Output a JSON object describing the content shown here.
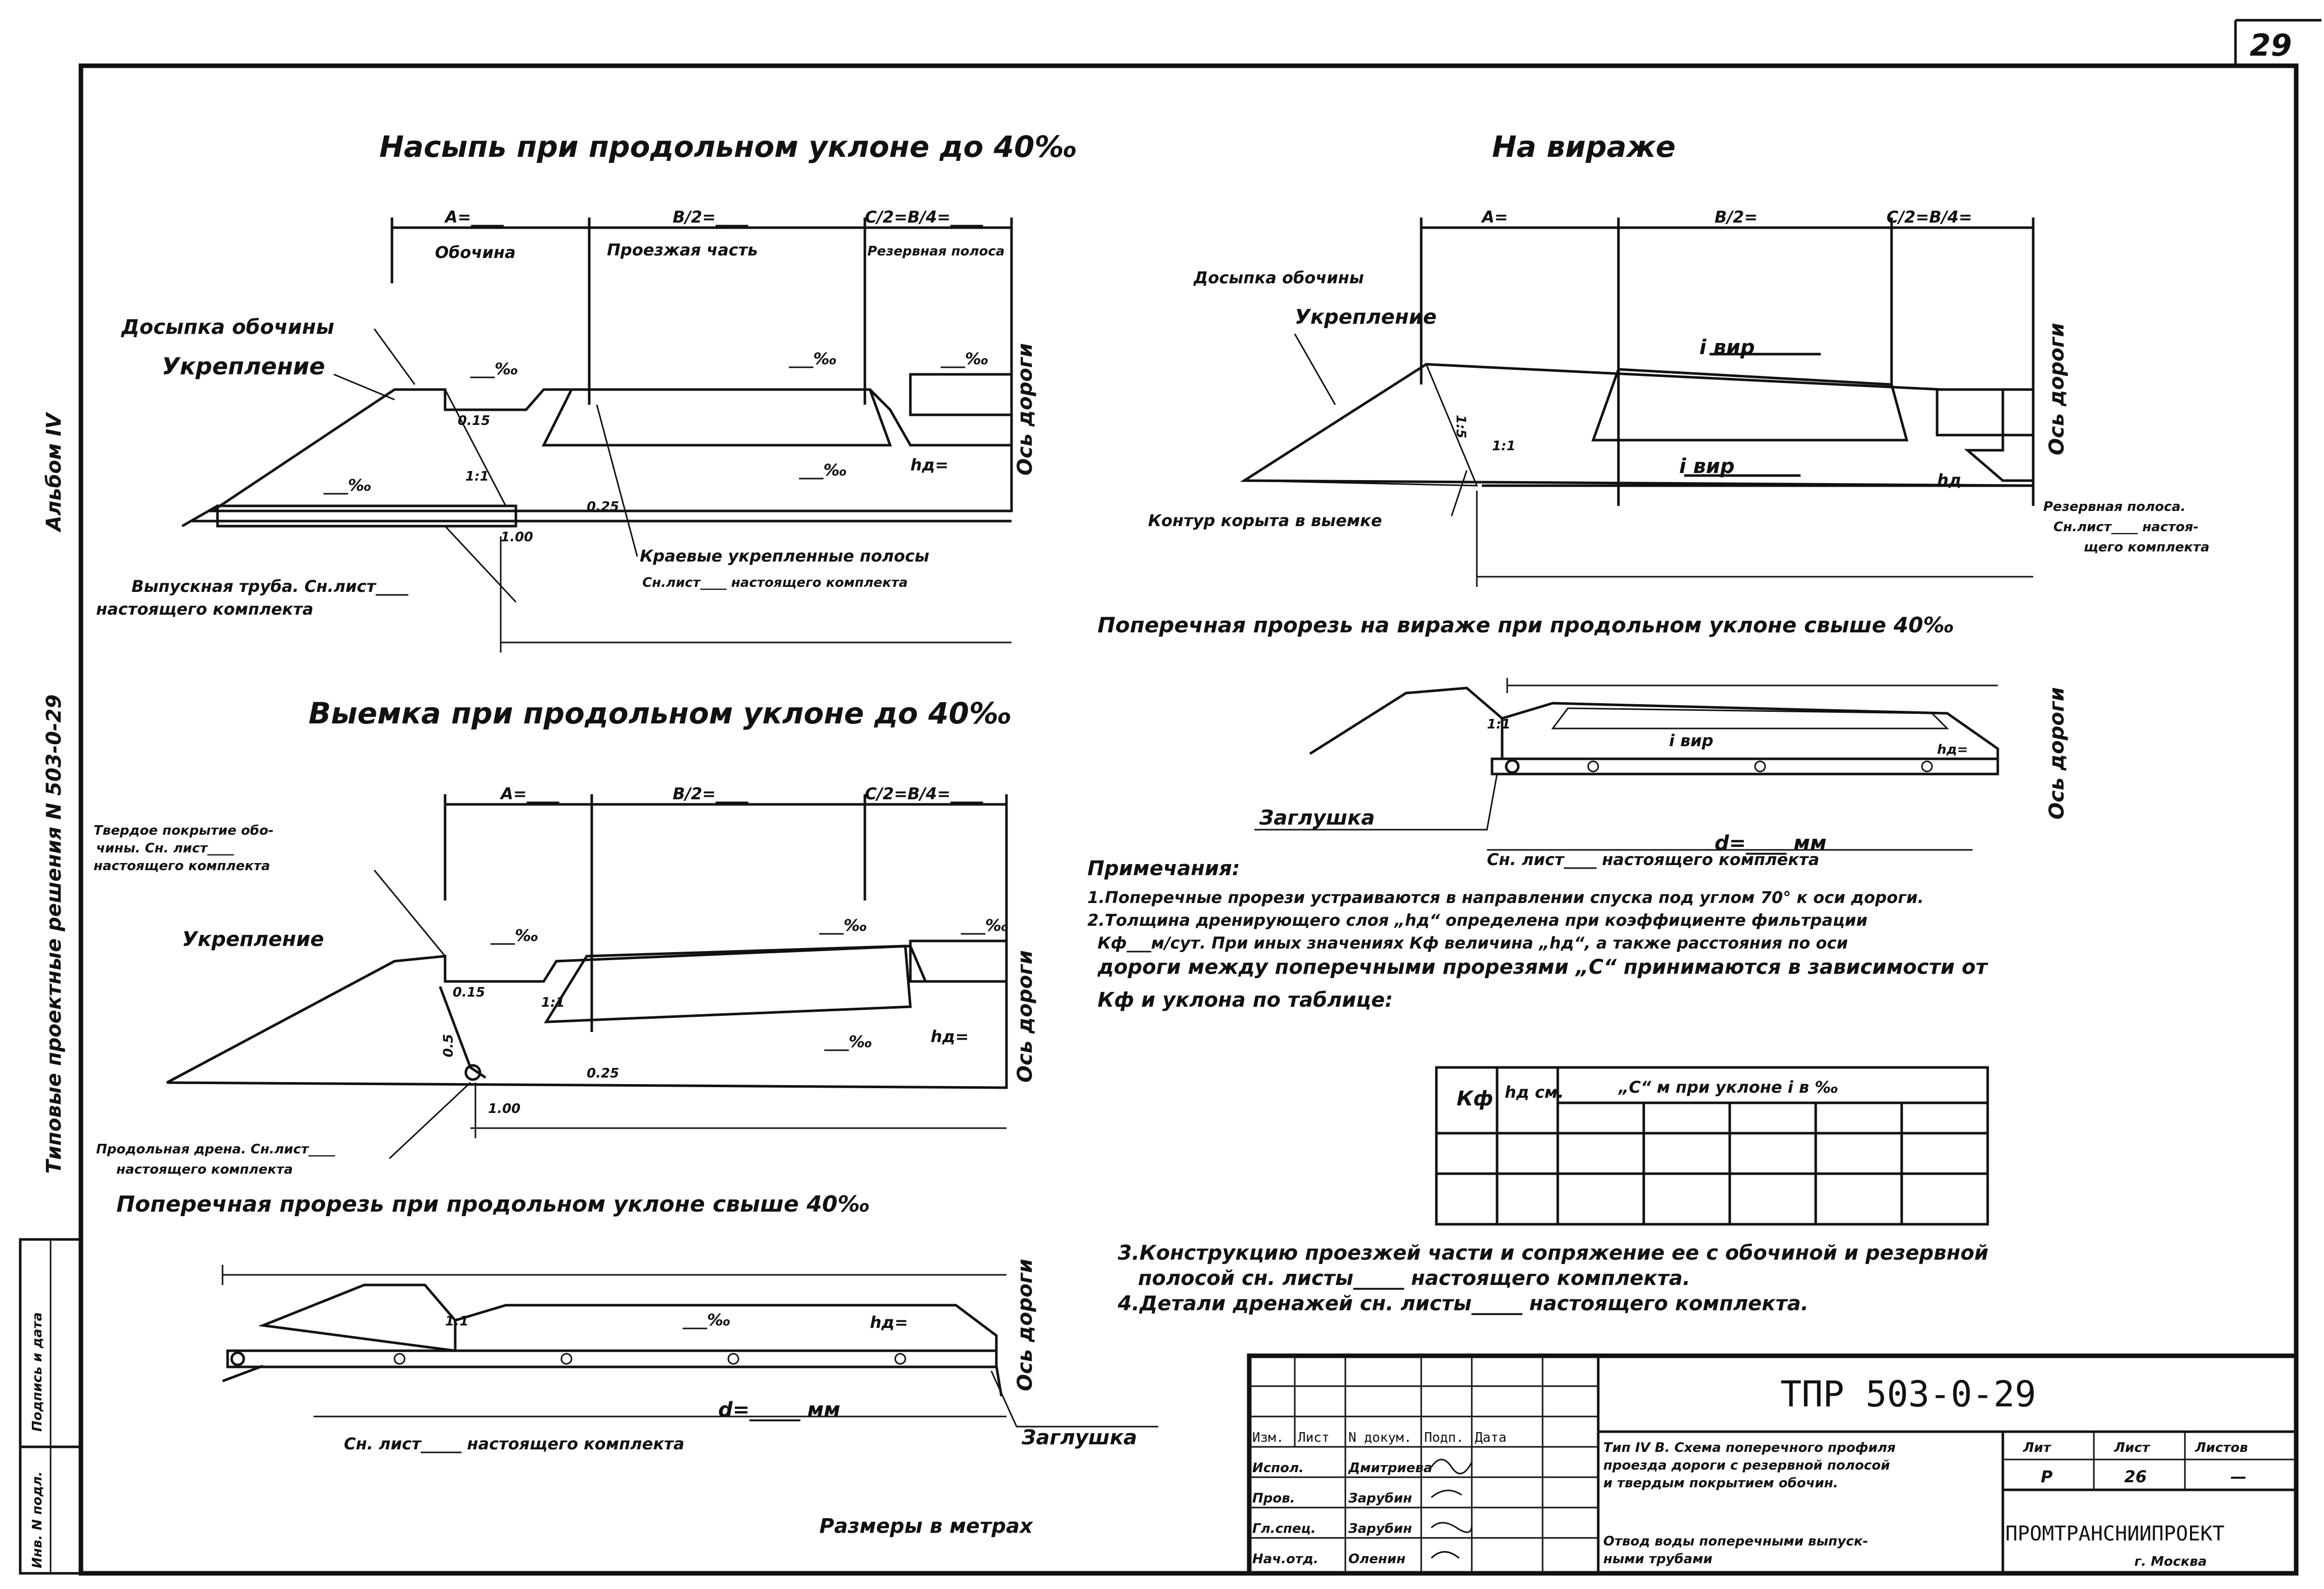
{
  "sheet_number": "29",
  "side_stamp": {
    "album": "Альбом IV",
    "series": "Типовые проектные решения N 503-0-29",
    "inv_box_1": "Подпись и дата",
    "inv_box_2": "Инв. N подл."
  },
  "section_a": {
    "title": "Насыпь при продольном уклоне до 40‰",
    "dim_a": "А=____",
    "dim_b": "В/2=____",
    "dim_c": "С/2=В/4=____",
    "obochina": "Обочина",
    "proezzh": "Проезжая часть",
    "rezerv": "Резервная полоса",
    "dosypka": "Досыпка обочины",
    "ukreplenie": "Укрепление",
    "slope_1": "___‰",
    "slope_2": "___‰",
    "slope_3": "___‰",
    "slope_4": "___‰",
    "slope_5": "___‰",
    "hd": "hд=",
    "v_015": "0.15",
    "v_025": "0.25",
    "v_100": "1.00",
    "ratio": "1:1",
    "os": "Ось дороги",
    "kraevye_1": "Краевые укрепленные полосы",
    "kraevye_2": "Сн.лист____ настоящего комплекта",
    "vypusk_1": "Выпускная труба. Сн.лист____",
    "vypusk_2": "настоящего комплекта"
  },
  "section_b": {
    "title": "На вираже",
    "dim_a": "А=",
    "dim_b": "В/2=",
    "dim_c": "С/2=В/4=",
    "dosypka": "Досыпка обочины",
    "ukreplenie": "Укрепление",
    "i_vir_top": "i вир",
    "i_vir_bot": "i вир",
    "hd": "hд",
    "ratio": "1:1",
    "v_15": "1:5",
    "os": "Ось дороги",
    "kontur": "Контур корыта в выемке",
    "rezerv_1": "Резервная полоса.",
    "rezerv_2": "Сн.лист____ настоя-",
    "rezerv_3": "щего комплекта"
  },
  "section_c": {
    "title": "Выемка при продольном уклоне до 40‰",
    "dim_a": "А=____",
    "dim_b": "В/2=____",
    "dim_c": "С/2=В/4=____",
    "tverdoe_1": "Твердое покрытие обо-",
    "tverdoe_2": "чины. Сн. лист____",
    "tverdoe_3": "настоящего комплекта",
    "ukreplenie": "Укрепление",
    "slope_1": "___‰",
    "slope_2": "___‰",
    "slope_3": "___‰",
    "slope_4": "___‰",
    "hd": "hд=",
    "v_015": "0.15",
    "v_025": "0.25",
    "v_100": "1.00",
    "v_05": "0.5",
    "ratio": "1:1",
    "os": "Ось дороги",
    "drena_1": "Продольная дрена. Сн.лист____",
    "drena_2": "настоящего комплекта"
  },
  "section_d": {
    "title": "Поперечная прорезь при продольном уклоне свыше 40‰",
    "slope": "___‰",
    "hd": "hд=",
    "ratio": "1:1",
    "d": "d=_____ мм",
    "sn_list": "Сн. лист_____ настоящего комплекта",
    "zaglushka": "Заглушка",
    "os": "Ось дороги"
  },
  "section_e": {
    "title": "Поперечная прорезь на вираже при продольном уклоне свыше 40‰",
    "i_vir": "i вир",
    "hd": "hд=",
    "ratio": "1:1",
    "zaglushka": "Заглушка",
    "d": "d=____ мм",
    "sn_list": "Сн. лист____ настоящего комплекта",
    "os": "Ось дороги"
  },
  "notes": {
    "heading": "Примечания:",
    "n1": "1.Поперечные прорези устраиваются в направлении спуска под углом 70° к оси дороги.",
    "n2a": "2.Толщина дренирующего слоя „hд“ определена при коэффициенте фильтрации",
    "n2b": "Кф___м/сут. При иных значениях Кф величина „hд“, а также расстояния по оси",
    "n2c": "дороги между поперечными прорезями „С“ принимаются в зависимости от",
    "n2d": "Кф и уклона по таблице:",
    "n3a": "3.Конструкцию проезжей части и сопряжение ее с обочиной и резервной",
    "n3b": "полосой сн. листы_____ настоящего комплекта.",
    "n4": "4.Детали дренажей сн. листы_____ настоящего комплекта."
  },
  "table": {
    "col_kf": "Кф",
    "col_hd": "hд см.",
    "col_c": "„С“ м при уклоне i в ‰"
  },
  "dims_note": "Размеры в метрах",
  "title_block": {
    "code": "ТПР 503-0-29",
    "rows": [
      {
        "role": "Изм.",
        "lst": "Лист",
        "name": "N докум.",
        "sign": "Подп.",
        "date": "Дата"
      },
      {
        "role": "Испол.",
        "name": "Дмитриева"
      },
      {
        "role": "Пров.",
        "name": "Зарубин"
      },
      {
        "role": "Гл.спец.",
        "name": "Зарубин"
      },
      {
        "role": "Нач.отд.",
        "name": "Оленин"
      }
    ],
    "desc_1": "Тип IV В. Схема поперечного профиля",
    "desc_2": "проезда дороги с резервной полосой",
    "desc_3": "и твердым покрытием обочин.",
    "desc_4": "Отвод воды поперечными выпуск-",
    "desc_5": "ными трубами",
    "lit_h": "Лит",
    "list_h": "Лист",
    "listov_h": "Листов",
    "lit": "Р",
    "list": "26",
    "listov": "—",
    "org": "ПРОМТРАНСНИИПРОЕКТ",
    "city": "г. Москва"
  }
}
